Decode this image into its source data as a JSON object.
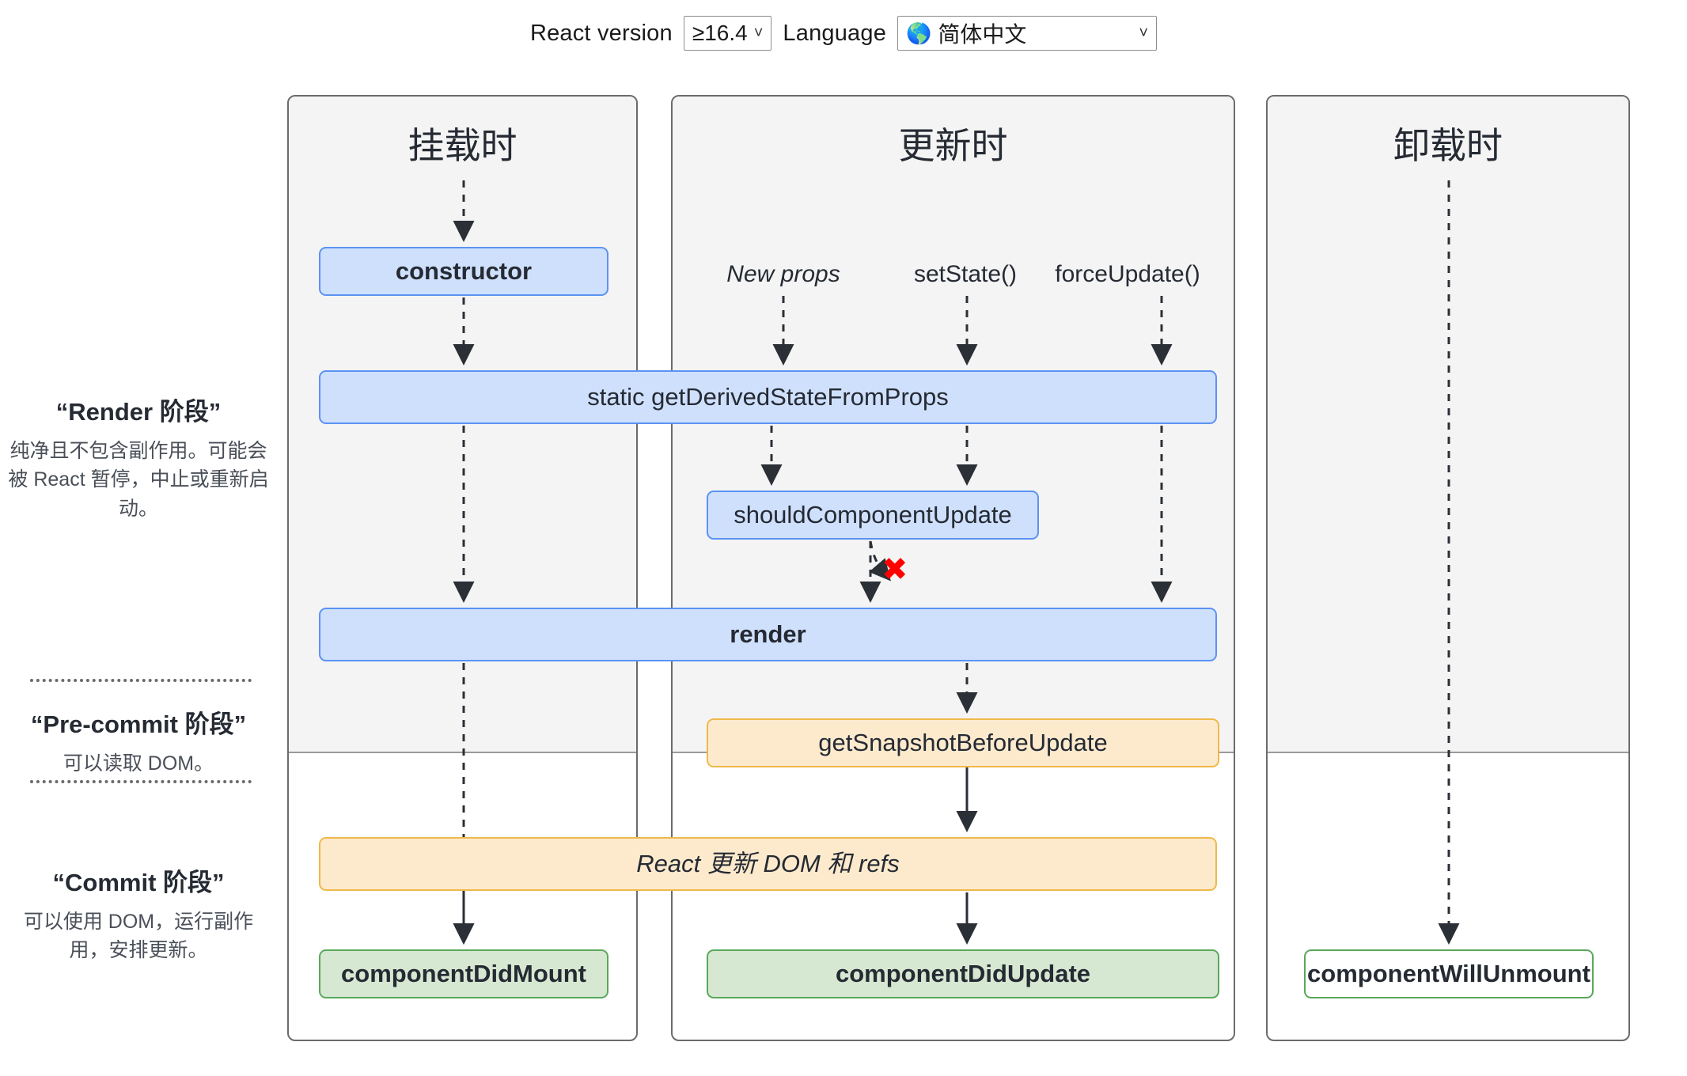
{
  "controls": {
    "react_version_label": "React version",
    "react_version_value": "≥16.4",
    "language_label": "Language",
    "language_value": "简体中文",
    "globe_icon": "globe-icon",
    "caret_icon": "chevron-down-icon"
  },
  "columns": [
    {
      "id": "mounting",
      "title": "挂载时"
    },
    {
      "id": "updating",
      "title": "更新时"
    },
    {
      "id": "unmounting",
      "title": "卸载时"
    }
  ],
  "phases": [
    {
      "id": "render",
      "title": "“Render 阶段”",
      "body": "纯净且不包含副作用。可能会被 React 暂停，中止或重新启动。"
    },
    {
      "id": "pre-commit",
      "title": "“Pre-commit 阶段”",
      "body": "可以读取 DOM。"
    },
    {
      "id": "commit",
      "title": "“Commit 阶段”",
      "body": "可以使用 DOM，运行副作用，安排更新。"
    }
  ],
  "triggers": [
    {
      "id": "new-props",
      "label": "New props",
      "italic": true
    },
    {
      "id": "set-state",
      "label": "setState()",
      "italic": false
    },
    {
      "id": "force-update",
      "label": "forceUpdate()",
      "italic": false
    }
  ],
  "nodes": [
    {
      "id": "constructor",
      "label": "constructor",
      "color": "blue",
      "bold": true,
      "italic": false
    },
    {
      "id": "get-derived-state",
      "label": "static getDerivedStateFromProps",
      "color": "blue",
      "bold": false,
      "italic": false
    },
    {
      "id": "should-component-update",
      "label": "shouldComponentUpdate",
      "color": "blue",
      "bold": false,
      "italic": false
    },
    {
      "id": "render",
      "label": "render",
      "color": "blue",
      "bold": true,
      "italic": false
    },
    {
      "id": "get-snapshot",
      "label": "getSnapshotBeforeUpdate",
      "color": "amber",
      "bold": false,
      "italic": false
    },
    {
      "id": "react-updates-dom",
      "label": "React 更新 DOM 和 refs",
      "color": "amber",
      "bold": false,
      "italic": true
    },
    {
      "id": "component-did-mount",
      "label": "componentDidMount",
      "color": "green",
      "bold": true,
      "italic": false
    },
    {
      "id": "component-did-update",
      "label": "componentDidUpdate",
      "color": "green",
      "bold": true,
      "italic": false
    },
    {
      "id": "component-will-unmount",
      "label": "componentWillUnmount",
      "color": "green-outline",
      "bold": true,
      "italic": false
    }
  ],
  "markers": {
    "skip_x": "✖"
  },
  "colors": {
    "blue_fill": "#cfe0fd",
    "blue_stroke": "#5b93f3",
    "amber_fill": "#fdeacd",
    "amber_stroke": "#f0b849",
    "green_fill": "#d6e8d2",
    "green_stroke": "#5aa85a",
    "panel_shade": "#f4f4f4",
    "panel_border": "#6b6b6b",
    "skip_red": "#ff0000"
  }
}
